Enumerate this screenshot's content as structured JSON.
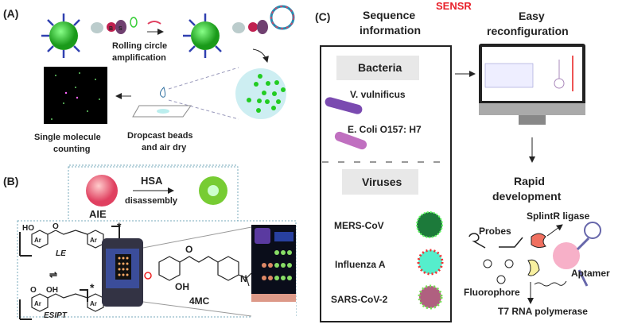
{
  "panelA": {
    "label": "(A)",
    "step1": [
      "Rolling circle",
      "amplification"
    ],
    "step2": [
      "Dropcast beads",
      "and air dry"
    ],
    "step3": [
      "Single molecule",
      "counting"
    ],
    "bead_labels": [
      "B",
      "S"
    ]
  },
  "panelB": {
    "label": "(B)",
    "aie": "AIE",
    "hsa": "HSA",
    "disassembly": "disassembly",
    "le": "LE",
    "esipt": "ESIPT",
    "ho": "HO",
    "oh": "OH",
    "o": "O",
    "mol": "4MC",
    "star": "*",
    "ar": "Ar",
    "n": "N"
  },
  "panelC": {
    "label": "(C)",
    "title": "SENSR",
    "title_color": "#e8202a",
    "col1": [
      "Sequence",
      "information"
    ],
    "col2": [
      "Easy",
      "reconfiguration"
    ],
    "bacteria": {
      "header": "Bacteria",
      "items": [
        "V. vulnificus",
        "E. Coli O157: H7"
      ]
    },
    "viruses": {
      "header": "Viruses",
      "items": [
        "MERS-CoV",
        "Influenza A",
        "SARS-CoV-2"
      ]
    },
    "rapid": [
      "Rapid",
      "development"
    ],
    "splintr": "SplintR ligase",
    "probes": "Probes",
    "fluorophore": "Fluorophore",
    "aptamer": "Aptamer",
    "t7": "T7 RNA polymerase"
  }
}
